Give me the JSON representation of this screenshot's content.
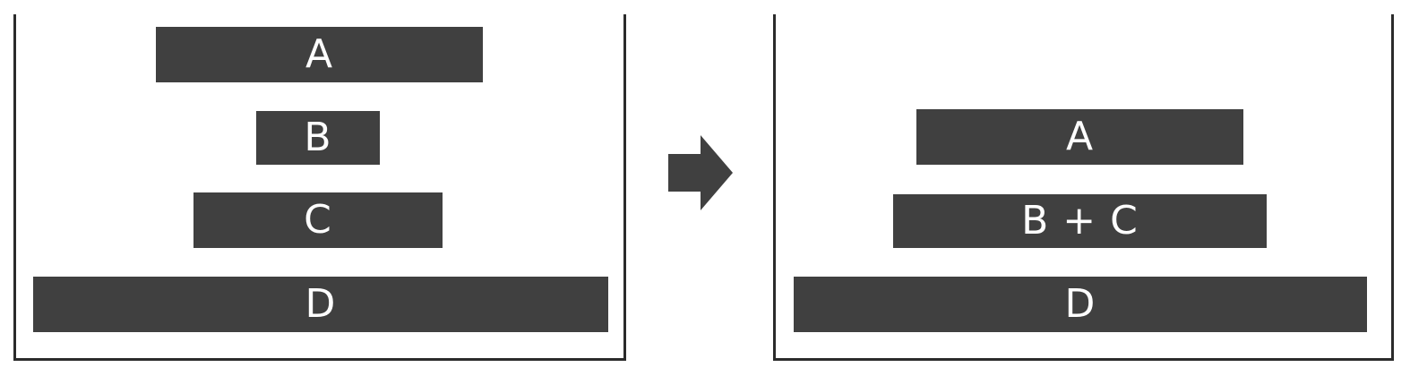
{
  "before": {
    "blocks": [
      {
        "label": "A"
      },
      {
        "label": "B"
      },
      {
        "label": "C"
      },
      {
        "label": "D"
      }
    ]
  },
  "after": {
    "blocks": [
      {
        "label": "A"
      },
      {
        "label": "B + C"
      },
      {
        "label": "D"
      }
    ]
  },
  "arrow": {
    "icon": "right-arrow-icon",
    "color": "#404040"
  },
  "colors": {
    "block": "#404040",
    "block_text": "#ffffff",
    "frame": "#2b2b2b"
  }
}
